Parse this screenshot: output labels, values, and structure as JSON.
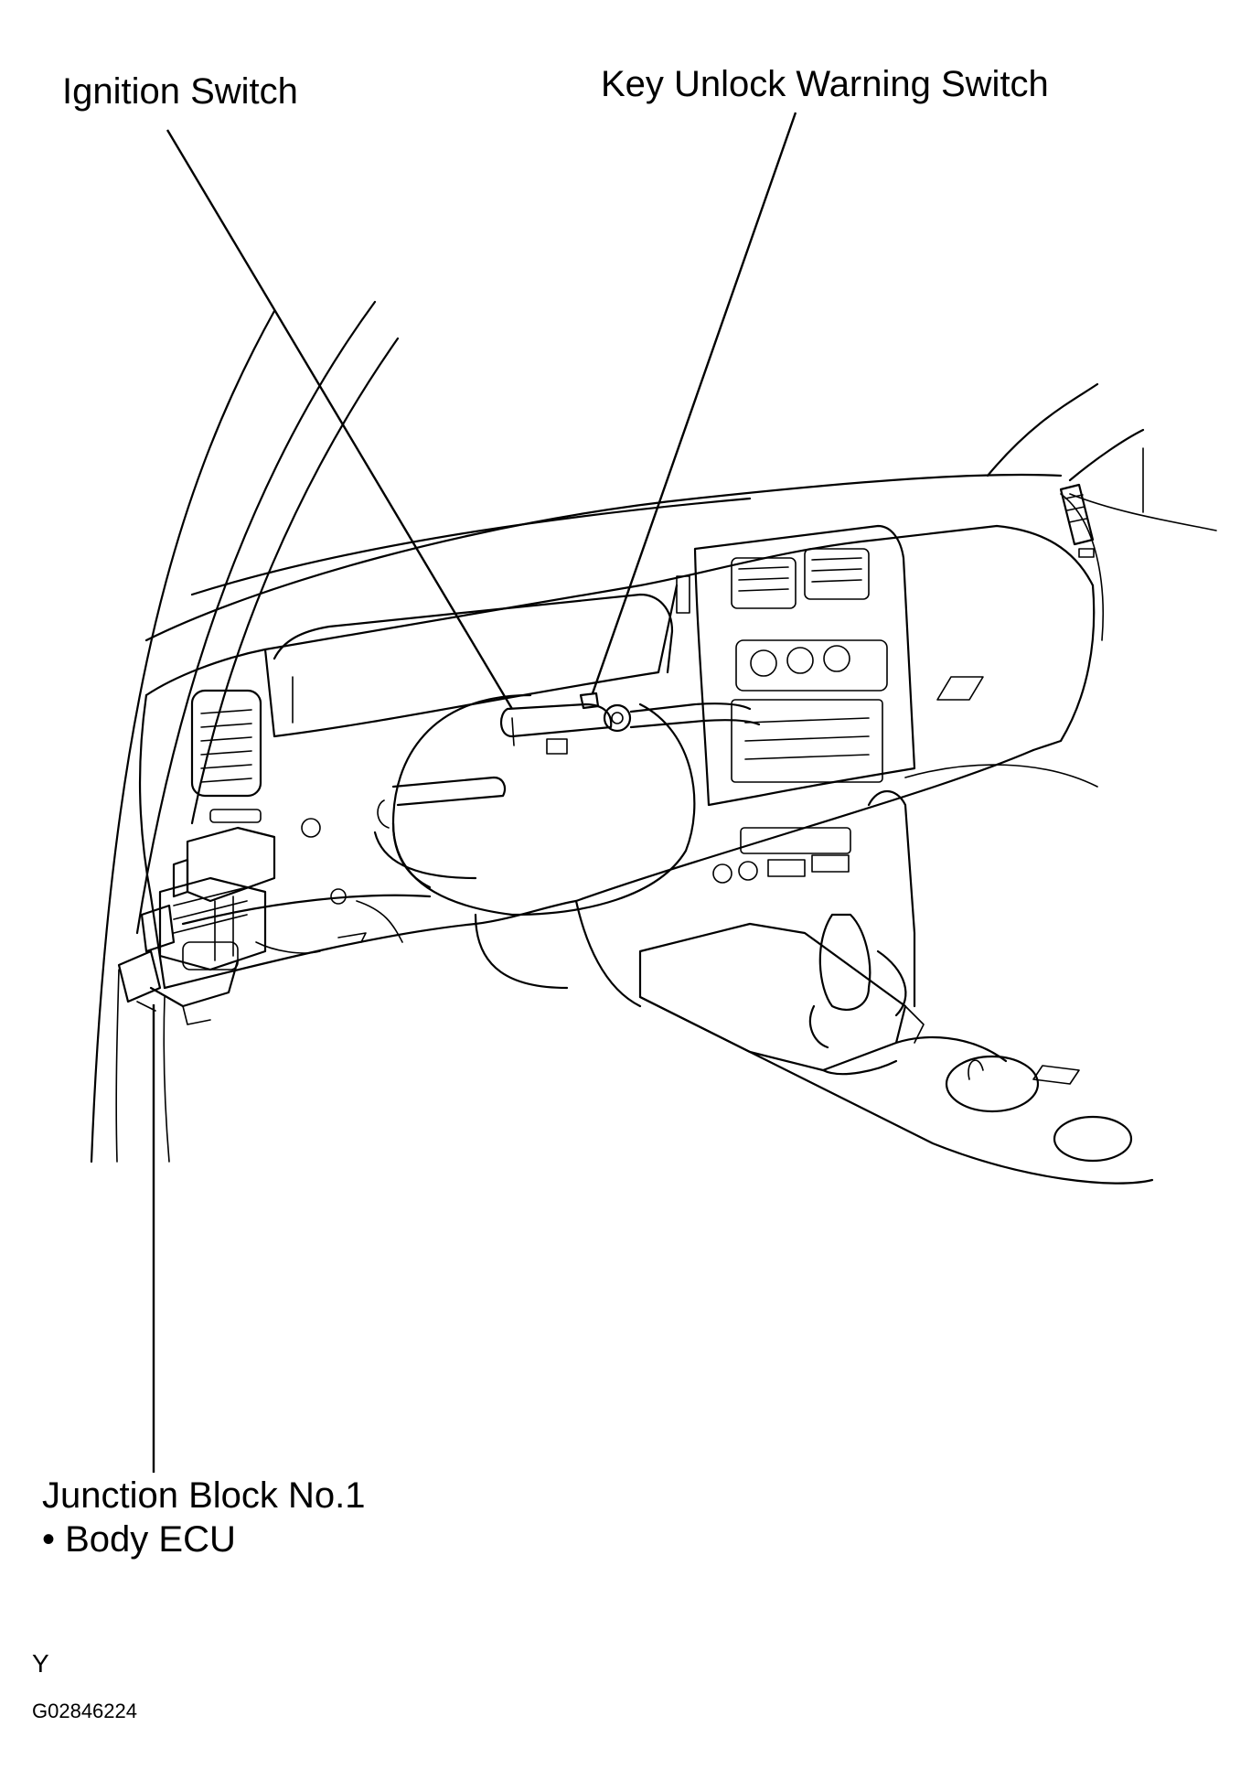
{
  "labels": {
    "ignition_switch": "Ignition Switch",
    "key_unlock_warning_switch": "Key Unlock Warning Switch",
    "junction_block": "Junction Block No.1",
    "body_ecu": "• Body ECU",
    "code_letter": "Y",
    "figure_code": "G02846224"
  },
  "colors": {
    "ink": "#000000",
    "paper": "#ffffff"
  }
}
